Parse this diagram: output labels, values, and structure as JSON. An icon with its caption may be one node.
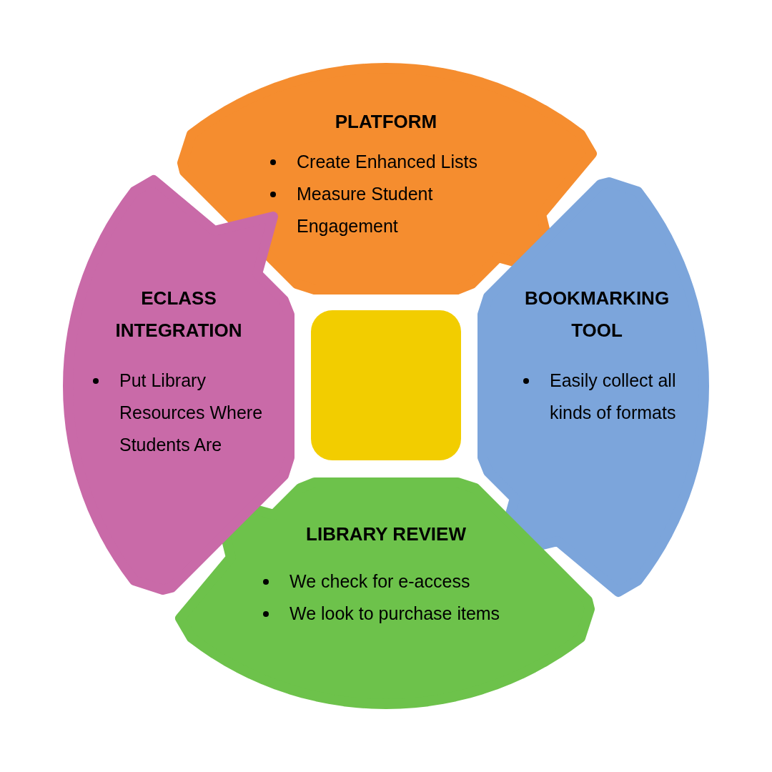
{
  "diagram": {
    "nodes": [
      {
        "text": [
          "PLATFORM",
          "Create Enhanced Lists",
          "Measure Student Engagement"
        ]
      },
      {
        "text": [
          "BOOKMARKING TOOL",
          "Easily collect all kinds of formats"
        ]
      },
      {
        "text": [
          "LIBRARY REVIEW",
          "We check for e-access",
          "We look to purchase items"
        ]
      },
      {
        "text": [
          "ECLASS INTEGRATION",
          "Put Library Resources Where Students Are"
        ]
      },
      {
        "text": [],
        "shape": "box"
      }
    ]
  }
}
